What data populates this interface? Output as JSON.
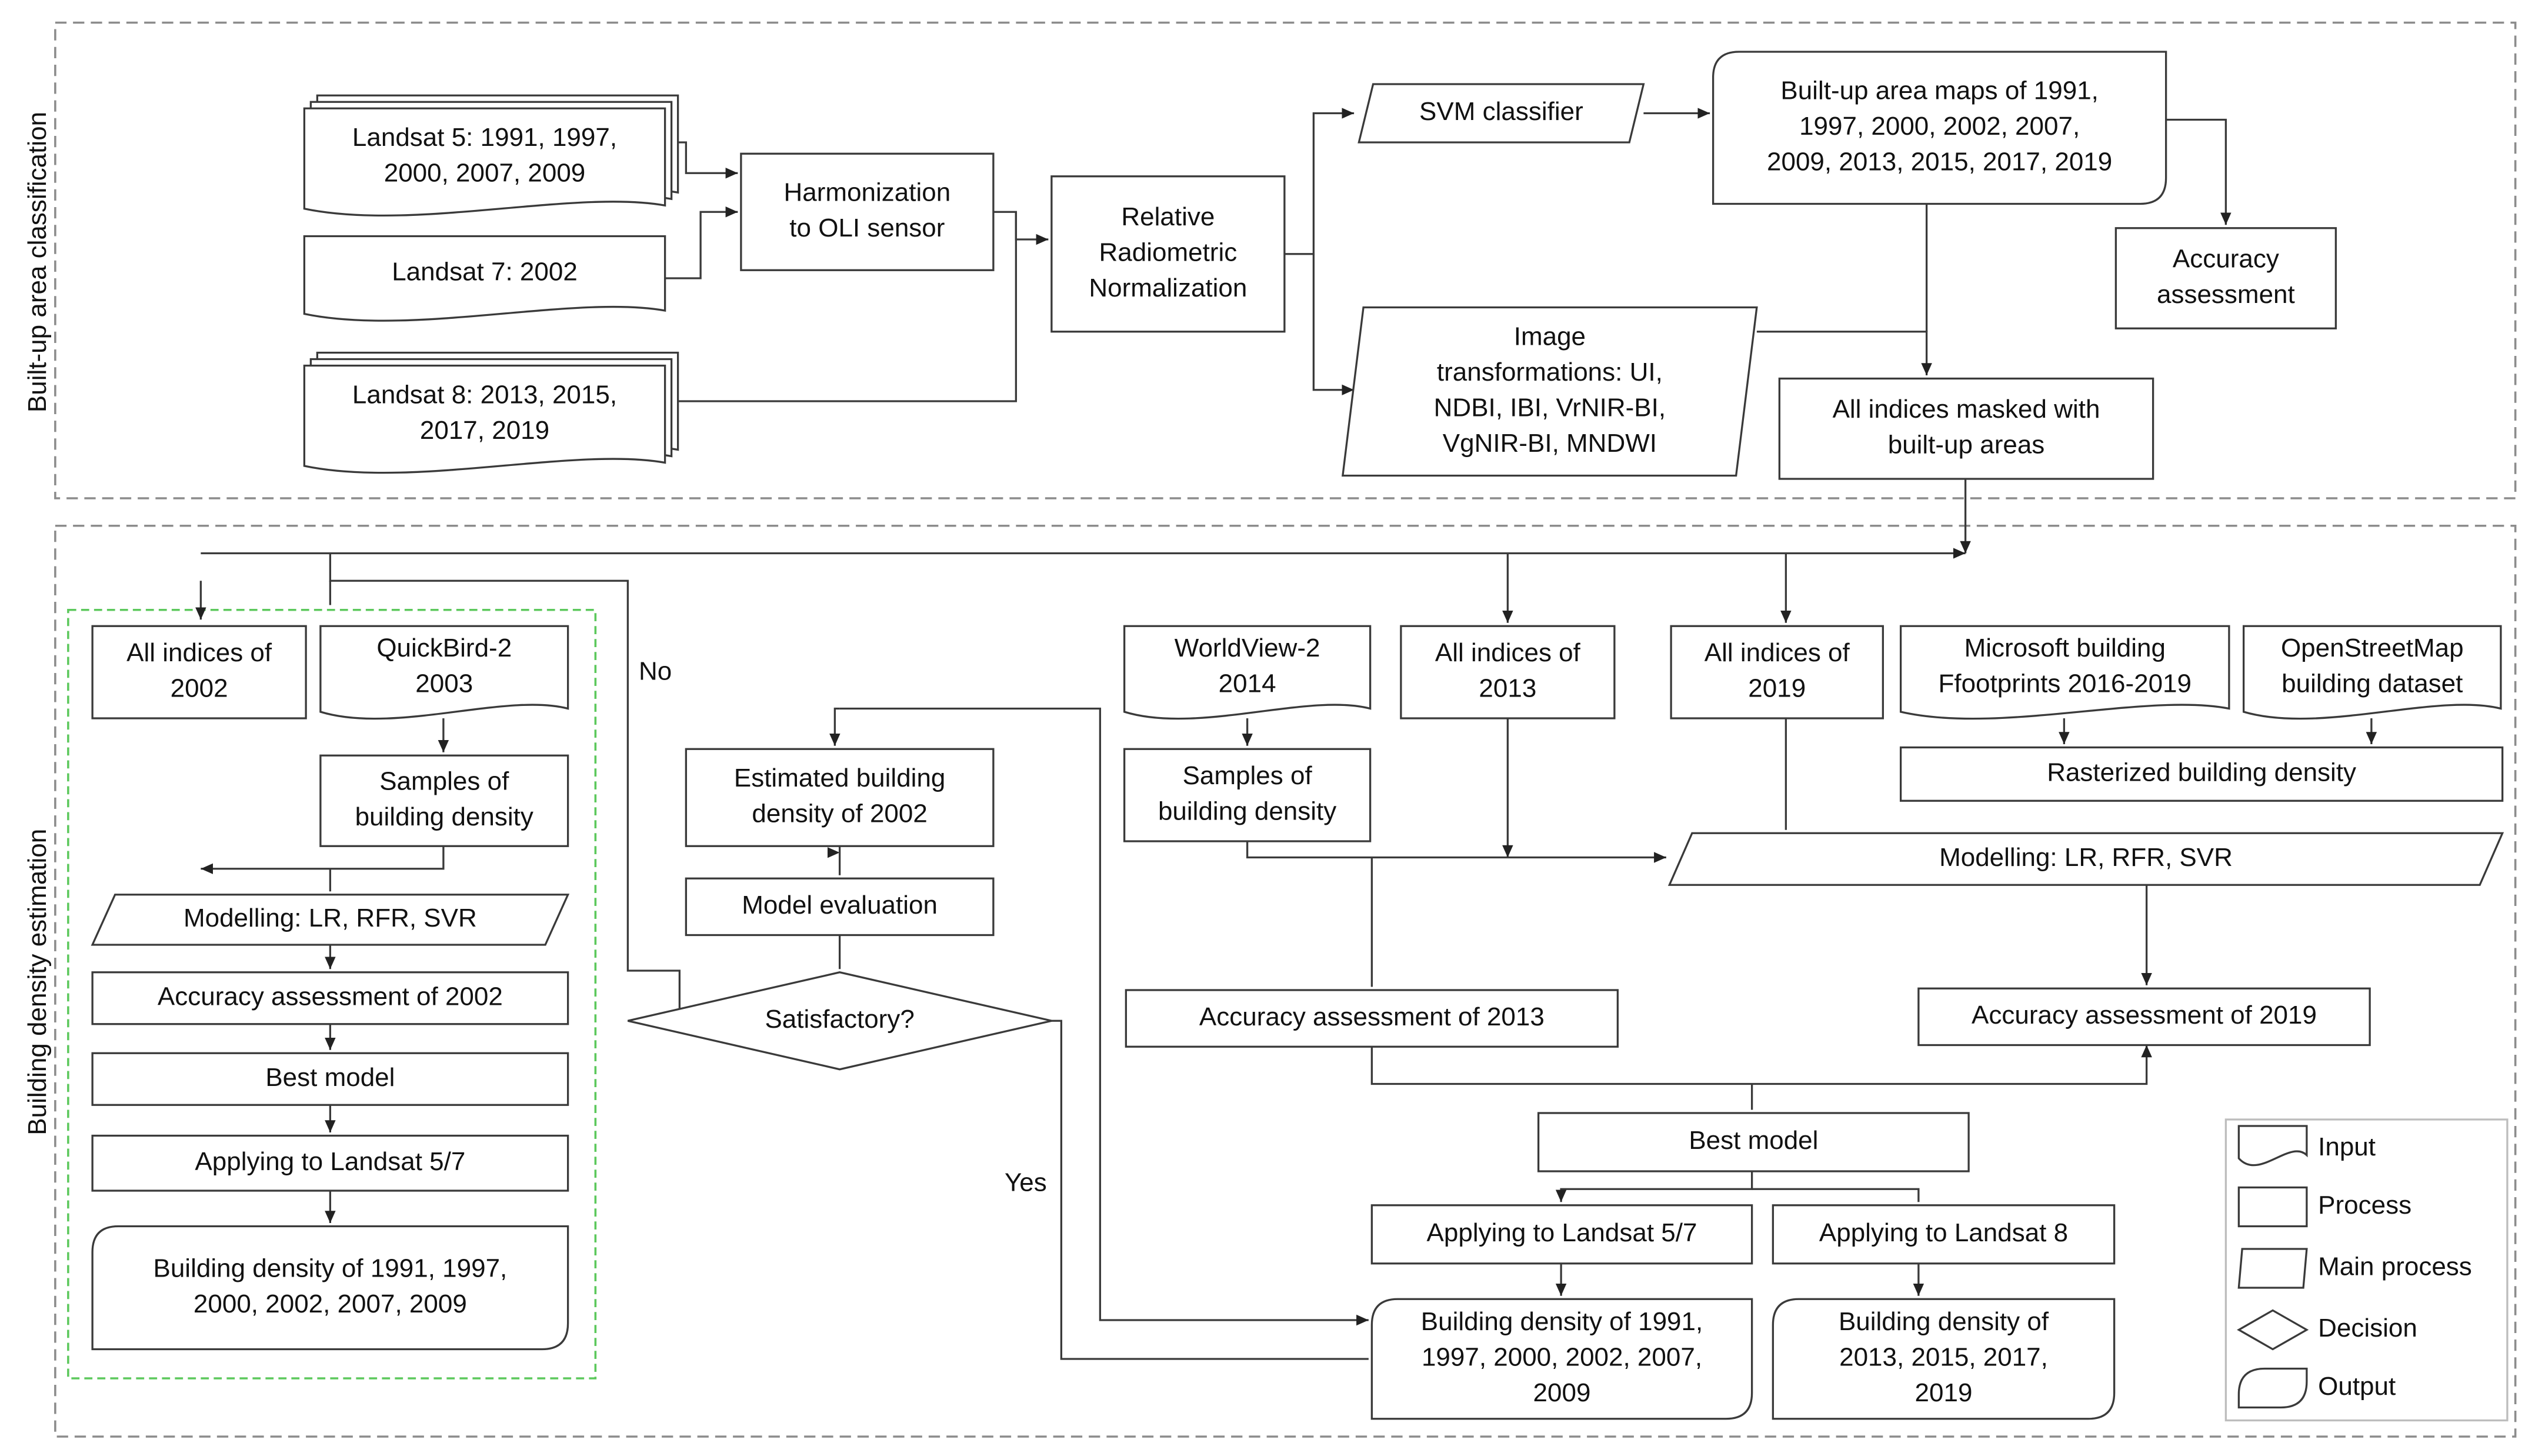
{
  "sections": {
    "top_label": "Built-up area classification",
    "bottom_label": "Building density estimation"
  },
  "nodes": {
    "landsat5": [
      "Landsat 5: 1991, 1997,",
      "2000, 2007, 2009"
    ],
    "landsat7": [
      "Landsat 7: 2002"
    ],
    "landsat8": [
      "Landsat 8: 2013, 2015,",
      "2017, 2019"
    ],
    "harmonization": [
      "Harmonization",
      "to OLI sensor"
    ],
    "rrn": [
      "Relative",
      "Radiometric",
      "Normalization"
    ],
    "svm": [
      "SVM classifier"
    ],
    "image_transformations": [
      "Image",
      "transformations: UI,",
      "NDBI, IBI, VrNIR-BI,",
      "VgNIR-BI, MNDWI"
    ],
    "builtup_maps": [
      "Built-up area maps of 1991,",
      "1997, 2000, 2002, 2007,",
      "2009, 2013, 2015, 2017, 2019"
    ],
    "accuracy_top": [
      "Accuracy",
      "assessment"
    ],
    "indices_masked": [
      "All indices masked with",
      "built-up areas"
    ],
    "indices_2002": [
      "All indices of",
      "2002"
    ],
    "quickbird": [
      "QuickBird-2",
      "2003"
    ],
    "samples_2002": [
      "Samples of",
      "building density"
    ],
    "modelling_left": [
      "Modelling: LR, RFR, SVR"
    ],
    "accuracy_2002": [
      "Accuracy assessment of 2002"
    ],
    "best_model_left": [
      "Best model"
    ],
    "applying_left": [
      "Applying to Landsat 5/7"
    ],
    "density_left_out": [
      "Building density of 1991, 1997,",
      "2000, 2002, 2007, 2009"
    ],
    "estimated_2002": [
      "Estimated building",
      "density of 2002"
    ],
    "model_evaluation": [
      "Model evaluation"
    ],
    "satisfactory": [
      "Satisfactory?"
    ],
    "no_label": [
      "No"
    ],
    "yes_label": [
      "Yes"
    ],
    "worldview": [
      "WorldView-2",
      "2014"
    ],
    "samples_2013": [
      "Samples of",
      "building density"
    ],
    "indices_2013": [
      "All indices of",
      "2013"
    ],
    "indices_2019": [
      "All indices of",
      "2019"
    ],
    "microsoft": [
      "Microsoft building",
      "Ffootprints 2016-2019"
    ],
    "osm": [
      "OpenStreetMap",
      "building dataset"
    ],
    "rasterized": [
      "Rasterized building density"
    ],
    "modelling_right": [
      "Modelling: LR, RFR, SVR"
    ],
    "accuracy_2013": [
      "Accuracy assessment of 2013"
    ],
    "accuracy_2019": [
      "Accuracy assessment of 2019"
    ],
    "best_model_right": [
      "Best model"
    ],
    "applying_57": [
      "Applying to Landsat 5/7"
    ],
    "applying_8": [
      "Applying to Landsat 8"
    ],
    "density_57_out": [
      "Building density of 1991,",
      "1997, 2000, 2002, 2007,",
      "2009"
    ],
    "density_8_out": [
      "Building density of",
      "2013, 2015, 2017,",
      "2019"
    ]
  },
  "legend": [
    {
      "shape": "input",
      "label": "Input"
    },
    {
      "shape": "process",
      "label": "Process"
    },
    {
      "shape": "main-process",
      "label": "Main process"
    },
    {
      "shape": "decision",
      "label": "Decision"
    },
    {
      "shape": "output",
      "label": "Output"
    }
  ],
  "colors": {
    "stroke": "#3a3a3a",
    "section_border": "#8c8c8c",
    "highlight_border": "#5cc85c",
    "background": "#ffffff"
  }
}
